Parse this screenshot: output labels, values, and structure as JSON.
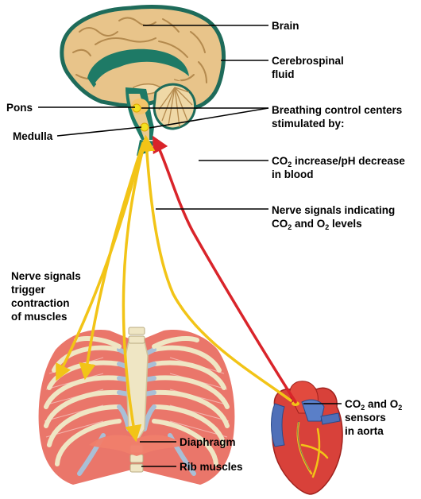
{
  "labels": {
    "brain": "Brain",
    "csf_1": "Cerebrospinal",
    "csf_2": "fluid",
    "pons": "Pons",
    "medulla": "Medulla",
    "centers_1": "Breathing control centers",
    "centers_2": "stimulated by:",
    "co2_a": "CO",
    "co2_a_sub": "2",
    "co2_a_rest": " increase/pH decrease",
    "co2_a_2": "in blood",
    "nerve_1": "Nerve signals indicating",
    "nerve_2a": "CO",
    "nerve_2a_sub": "2",
    "nerve_2b": " and O",
    "nerve_2b_sub": "2",
    "nerve_2c": " levels",
    "trigger_1": "Nerve signals",
    "trigger_2": "trigger",
    "trigger_3": "contraction",
    "trigger_4": "of muscles",
    "sensors_1a": "CO",
    "sensors_1a_sub": "2",
    "sensors_1b": " and O",
    "sensors_1b_sub": "2",
    "sensors_2": "sensors",
    "sensors_3": "in aorta",
    "diaphragm": "Diaphragm",
    "rib_muscles": "Rib muscles"
  },
  "colors": {
    "brain_tan": "#e8c48a",
    "brain_outline": "#1e6b5a",
    "csf": "#1e7a66",
    "nerve_yellow": "#f2c417",
    "blood_red": "#d9242a",
    "rib_muscle": "#e8675a",
    "cartilage": "#a9bfd6",
    "bone": "#efe6c4",
    "heart": "#d8413a"
  }
}
